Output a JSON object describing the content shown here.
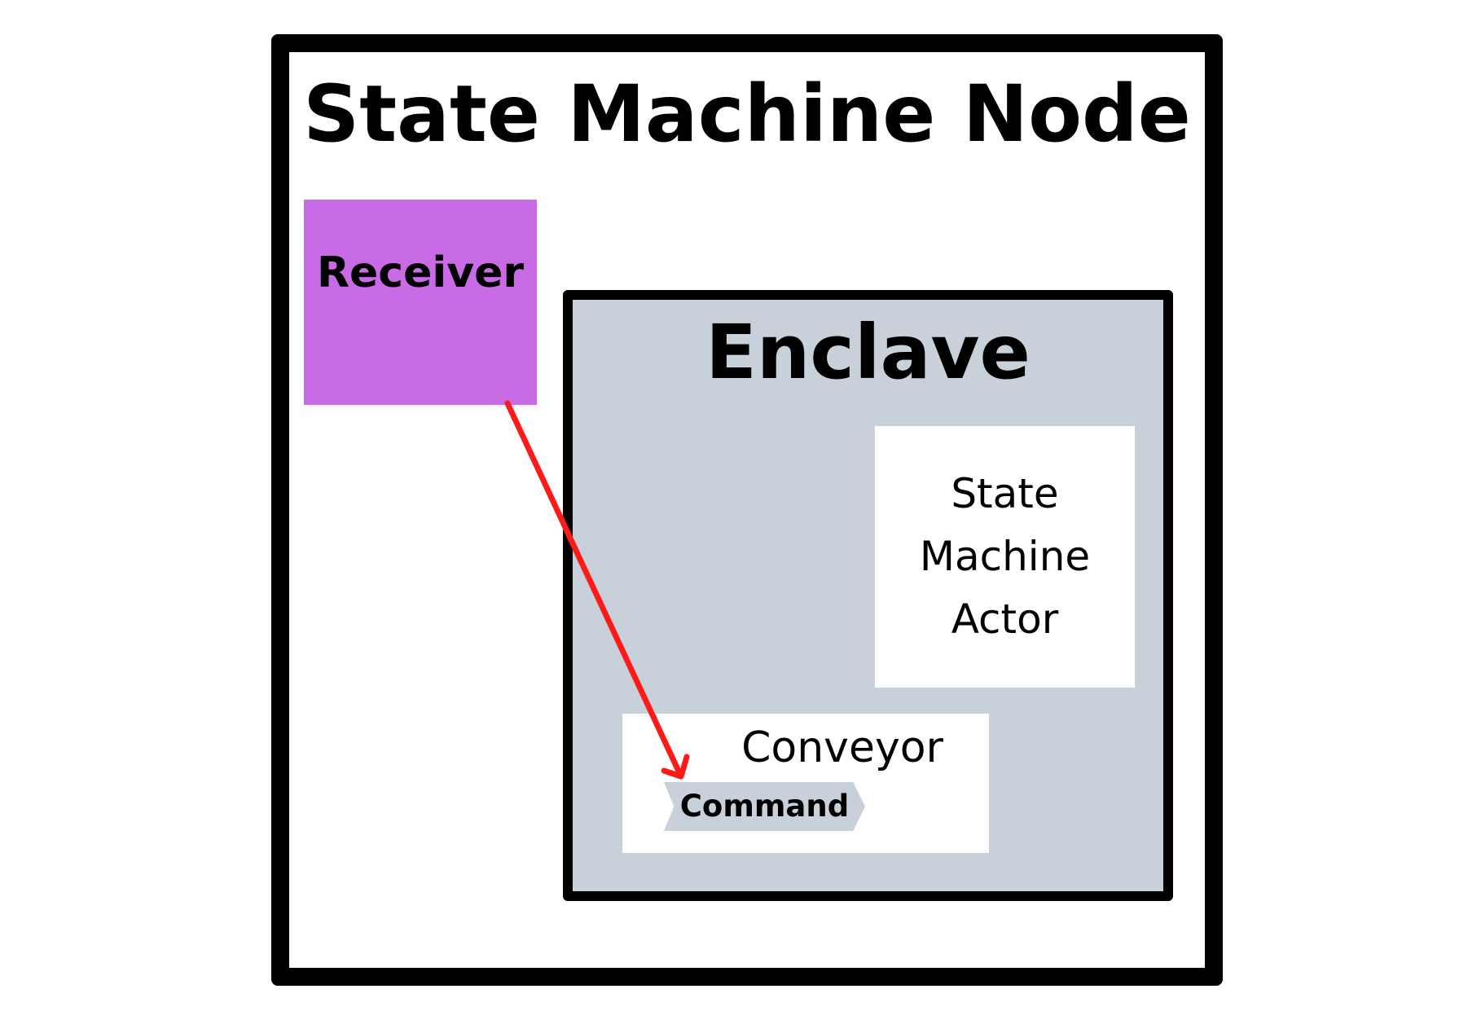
{
  "diagram": {
    "node_title": "State Machine Node",
    "receiver_label": "Receiver",
    "enclave_title": "Enclave",
    "actor_lines": [
      "State",
      "Machine",
      "Actor"
    ],
    "conveyor_label": "Conveyor",
    "command_label": "Command",
    "colors": {
      "receiver": "#c96be6",
      "enclave": "#c8d0d9",
      "arrow": "#ff1a1a",
      "border": "#000000"
    },
    "edges": [
      {
        "from": "receiver",
        "to": "command"
      }
    ]
  }
}
